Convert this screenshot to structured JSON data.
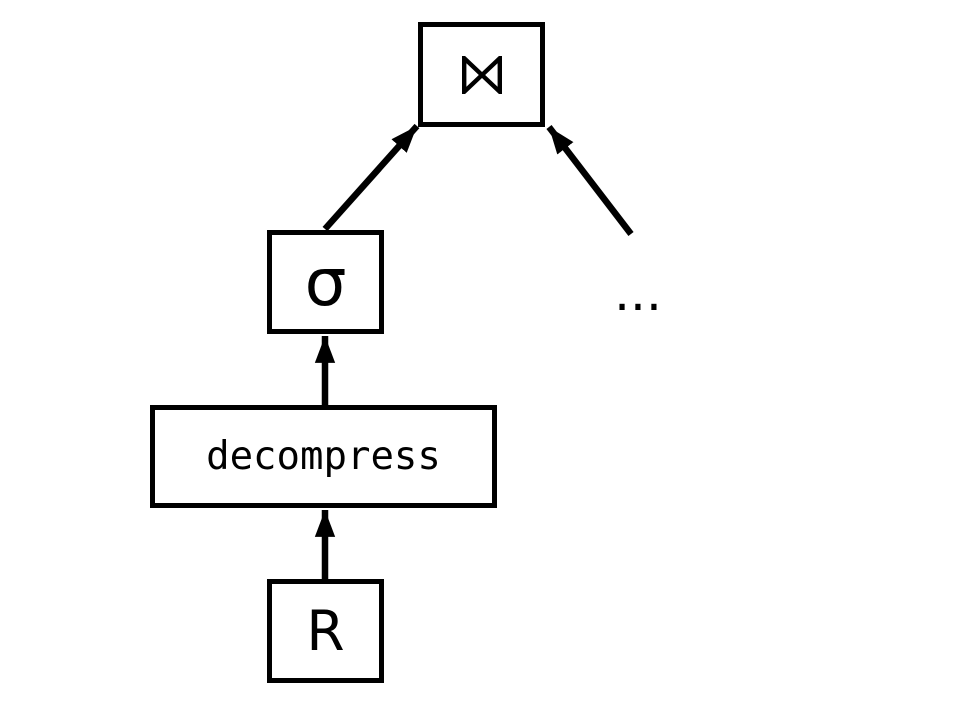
{
  "diagram": {
    "type": "relational-algebra-query-plan-tree",
    "colors": {
      "stroke": "#000000",
      "background": "#ffffff",
      "text": "#000000"
    },
    "nodes": {
      "join": {
        "label": "⋈",
        "meaning": "join operator"
      },
      "sigma": {
        "label": "σ",
        "meaning": "selection operator"
      },
      "decompress": {
        "label": "decompress"
      },
      "relation": {
        "label": "R"
      },
      "ellipsis": {
        "label": "..."
      }
    },
    "edges": [
      {
        "from": "sigma",
        "to": "join",
        "style": "arrow-up-diagonal"
      },
      {
        "from": "ellipsis",
        "to": "join",
        "style": "arrow-up-diagonal"
      },
      {
        "from": "decompress",
        "to": "sigma",
        "style": "arrow-up-vertical"
      },
      {
        "from": "relation",
        "to": "decompress",
        "style": "arrow-up-vertical"
      }
    ]
  }
}
